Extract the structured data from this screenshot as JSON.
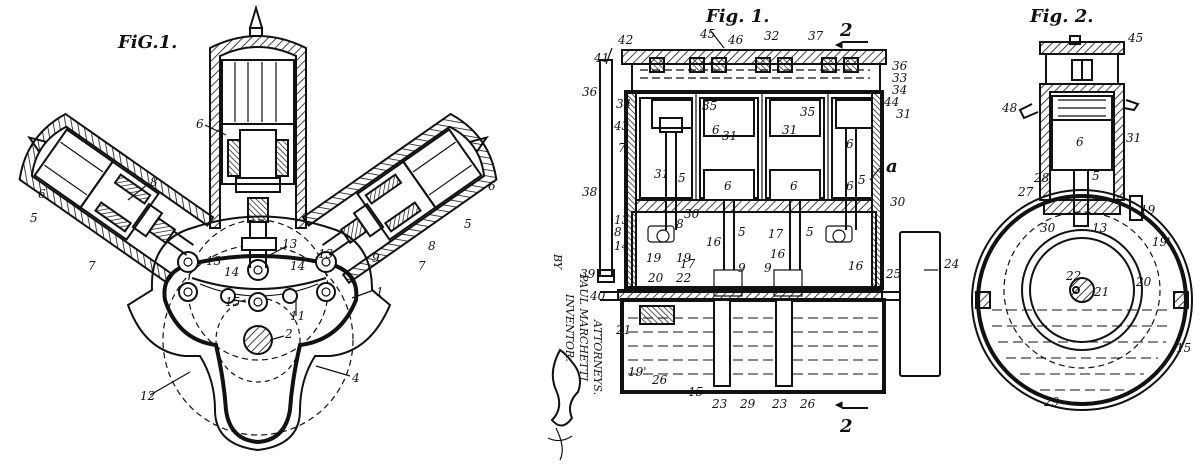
{
  "figures": {
    "fig1": {
      "title": "FiG.1."
    },
    "fig1b": {
      "title": "Fig. 1."
    },
    "fig2": {
      "title": "Fig. 2."
    }
  },
  "section_marks": {
    "top": "2",
    "bottom": "2"
  },
  "signature": {
    "by": "BY",
    "inventor_label": "INVENTOR.",
    "inventor_name": "PAUL MARCHETTI",
    "attorneys_label": "ATTORNEYS."
  },
  "fig1_labels": {
    "n1": "1",
    "n2": "2",
    "n4": "4",
    "n5a": "5",
    "n5b": "5",
    "n6a": "6",
    "n6b": "6",
    "n6c": "6",
    "n7a": "7",
    "n7b": "7",
    "n8a": "8",
    "n8b": "8",
    "n9": "9",
    "n11": "11",
    "n12": "12",
    "n13a": "13",
    "n13b": "13",
    "n14a": "14",
    "n14b": "14",
    "n15": "15",
    "n13c": "13"
  },
  "fig1b_labels": {
    "n41": "41",
    "n42": "42",
    "n45": "45",
    "n46": "46",
    "n32": "32",
    "n37": "37",
    "n36a": "36",
    "n33": "33",
    "n34a": "34",
    "n36b": "36",
    "n34b": "34",
    "n35a": "35",
    "n35b": "35",
    "n44": "44",
    "n43": "43",
    "n6a": "6",
    "n6b": "6",
    "n6c": "6",
    "n6d": "6",
    "n6e": "6",
    "n31a": "31",
    "n31b": "31",
    "n31c": "31",
    "n31d": "31",
    "n7": "7",
    "n5a": "5",
    "n5b": "5",
    "n5c": "5",
    "n5d": "5",
    "na": "a",
    "n38": "38",
    "n13": "13",
    "n8a": "8",
    "n8b": "8",
    "n14": "14",
    "n19a": "19",
    "n19b": "19",
    "n20": "20",
    "n22": "22",
    "n30a": "30",
    "n30b": "30",
    "n17a": "17",
    "n17b": "17",
    "n16a": "16",
    "n16b": "16",
    "n16c": "16",
    "n9a": "9",
    "n9b": "9",
    "n39": "39",
    "n40": "40",
    "n25": "25",
    "n24": "24",
    "n21": "21",
    "n19p": "19'",
    "n26a": "26",
    "n26b": "26",
    "n15": "15",
    "n23a": "23",
    "n23b": "23",
    "n29": "29"
  },
  "fig2_labels": {
    "n45": "45",
    "n48": "48",
    "n31": "31",
    "n6": "6",
    "n28": "28",
    "n27": "27",
    "n5": "5",
    "n30": "30",
    "n13": "13",
    "n19": "19",
    "n19p": "19'",
    "n20": "20",
    "n22": "22",
    "n21": "21",
    "n15": "15",
    "n29": "29"
  }
}
